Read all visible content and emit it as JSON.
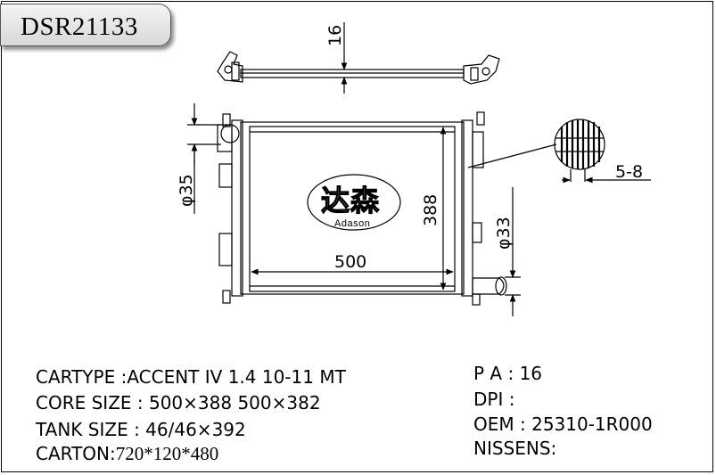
{
  "code": "DSR21133",
  "logo": {
    "chinese": "达森",
    "latin": "Adason"
  },
  "dimensions": {
    "top_tank_height": "16",
    "left_inlet": "φ35",
    "core_height": "388",
    "core_width": "500",
    "right_outlet": "φ33",
    "fin_detail": "5-8"
  },
  "specs_left": [
    {
      "label": "CARTYPE :",
      "value": "ACCENT IV 1.4 10-11 MT"
    },
    {
      "label": "CORE SIZE : ",
      "value": "500×388 500×382"
    },
    {
      "label": "TANK SIZE : ",
      "value": "46/46×392"
    },
    {
      "label": "CARTON:",
      "value": "720*120*480"
    }
  ],
  "specs_right": [
    {
      "label": "P A : ",
      "value": "16"
    },
    {
      "label": "DPI :",
      "value": ""
    },
    {
      "label": "OEM : ",
      "value": "25310-1R000"
    },
    {
      "label": "NISSENS:",
      "value": ""
    }
  ]
}
